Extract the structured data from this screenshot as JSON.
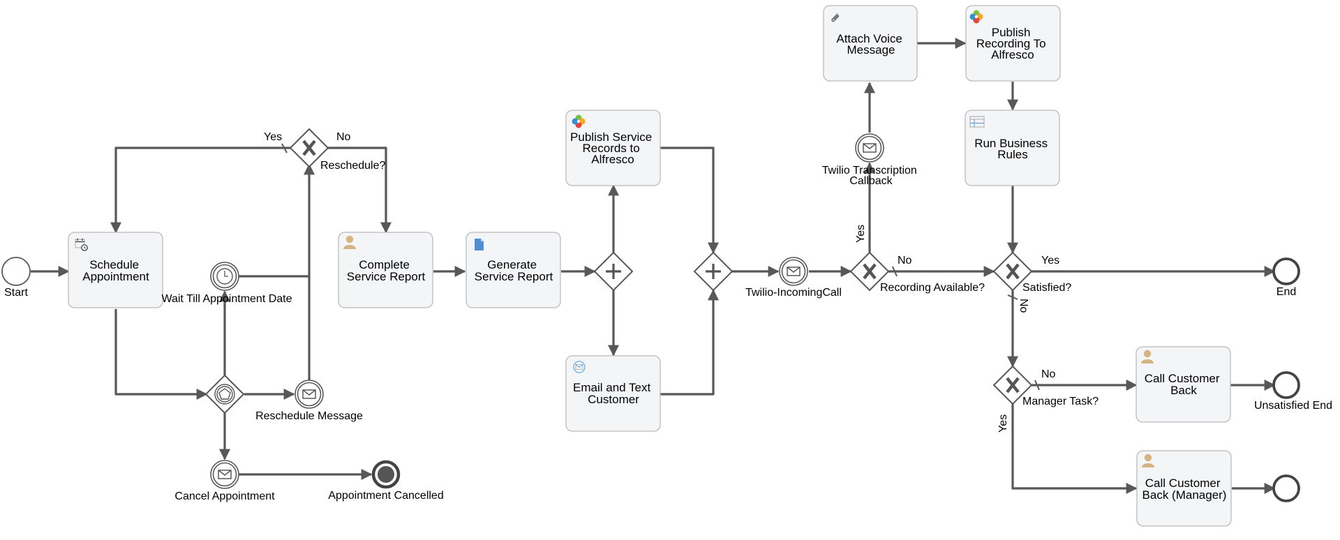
{
  "tasks": {
    "schedule_appointment": {
      "label": [
        "Schedule",
        "Appointment"
      ],
      "icon": "calendar-icon"
    },
    "complete_service_report": {
      "label": [
        "Complete",
        "Service Report"
      ],
      "icon": "user-icon"
    },
    "generate_service_report": {
      "label": [
        "Generate",
        "Service Report"
      ],
      "icon": "document-icon"
    },
    "publish_service_records": {
      "label": [
        "Publish Service",
        "Records to",
        "Alfresco"
      ],
      "icon": "alfresco-icon"
    },
    "email_text_customer": {
      "label": [
        "Email and Text",
        "Customer"
      ],
      "icon": "envelope-icon"
    },
    "attach_voice_message": {
      "label": [
        "Attach Voice",
        "Message"
      ],
      "icon": "paperclip-icon"
    },
    "publish_recording": {
      "label": [
        "Publish",
        "Recording To",
        "Alfresco"
      ],
      "icon": "alfresco-icon"
    },
    "run_business_rules": {
      "label": [
        "Run Business",
        "Rules"
      ],
      "icon": "table-icon"
    },
    "call_customer_back": {
      "label": [
        "Call Customer",
        "Back"
      ],
      "icon": "user-icon"
    },
    "call_customer_back_manager": {
      "label": [
        "Call Customer",
        "Back (Manager)"
      ],
      "icon": "user-icon"
    }
  },
  "events": {
    "start": "Start",
    "wait_till_appointment_date": "Wait Till Appointment Date",
    "reschedule_message": "Reschedule Message",
    "cancel_appointment": "Cancel Appointment",
    "appointment_cancelled": "Appointment Cancelled",
    "twilio_incoming_call": "Twilio-IncomingCall",
    "twilio_transcription_callback": [
      "Twilio Transcription",
      "Callback"
    ],
    "end": "End",
    "unsatisfied_end": "Unsatisfied End"
  },
  "gateways": {
    "reschedule": "Reschedule?",
    "recording_available": "Recording Available?",
    "satisfied": "Satisfied?",
    "manager_task": "Manager Task?"
  },
  "flow_labels": {
    "reschedule_yes": "Yes",
    "reschedule_no": "No",
    "recording_yes": "Yes",
    "recording_no": "No",
    "satisfied_yes": "Yes",
    "satisfied_no": "No",
    "manager_no": "No",
    "manager_yes": "Yes"
  },
  "colors": {
    "flow": "#585858",
    "task_fill": "#f4f5f7",
    "task_border": "#bbbbbb",
    "user_icon": "#d4b483",
    "doc_icon": "#4f8fd1",
    "table_icon": "#5b8fc9",
    "envelope_icon": "#5aa7e0"
  }
}
